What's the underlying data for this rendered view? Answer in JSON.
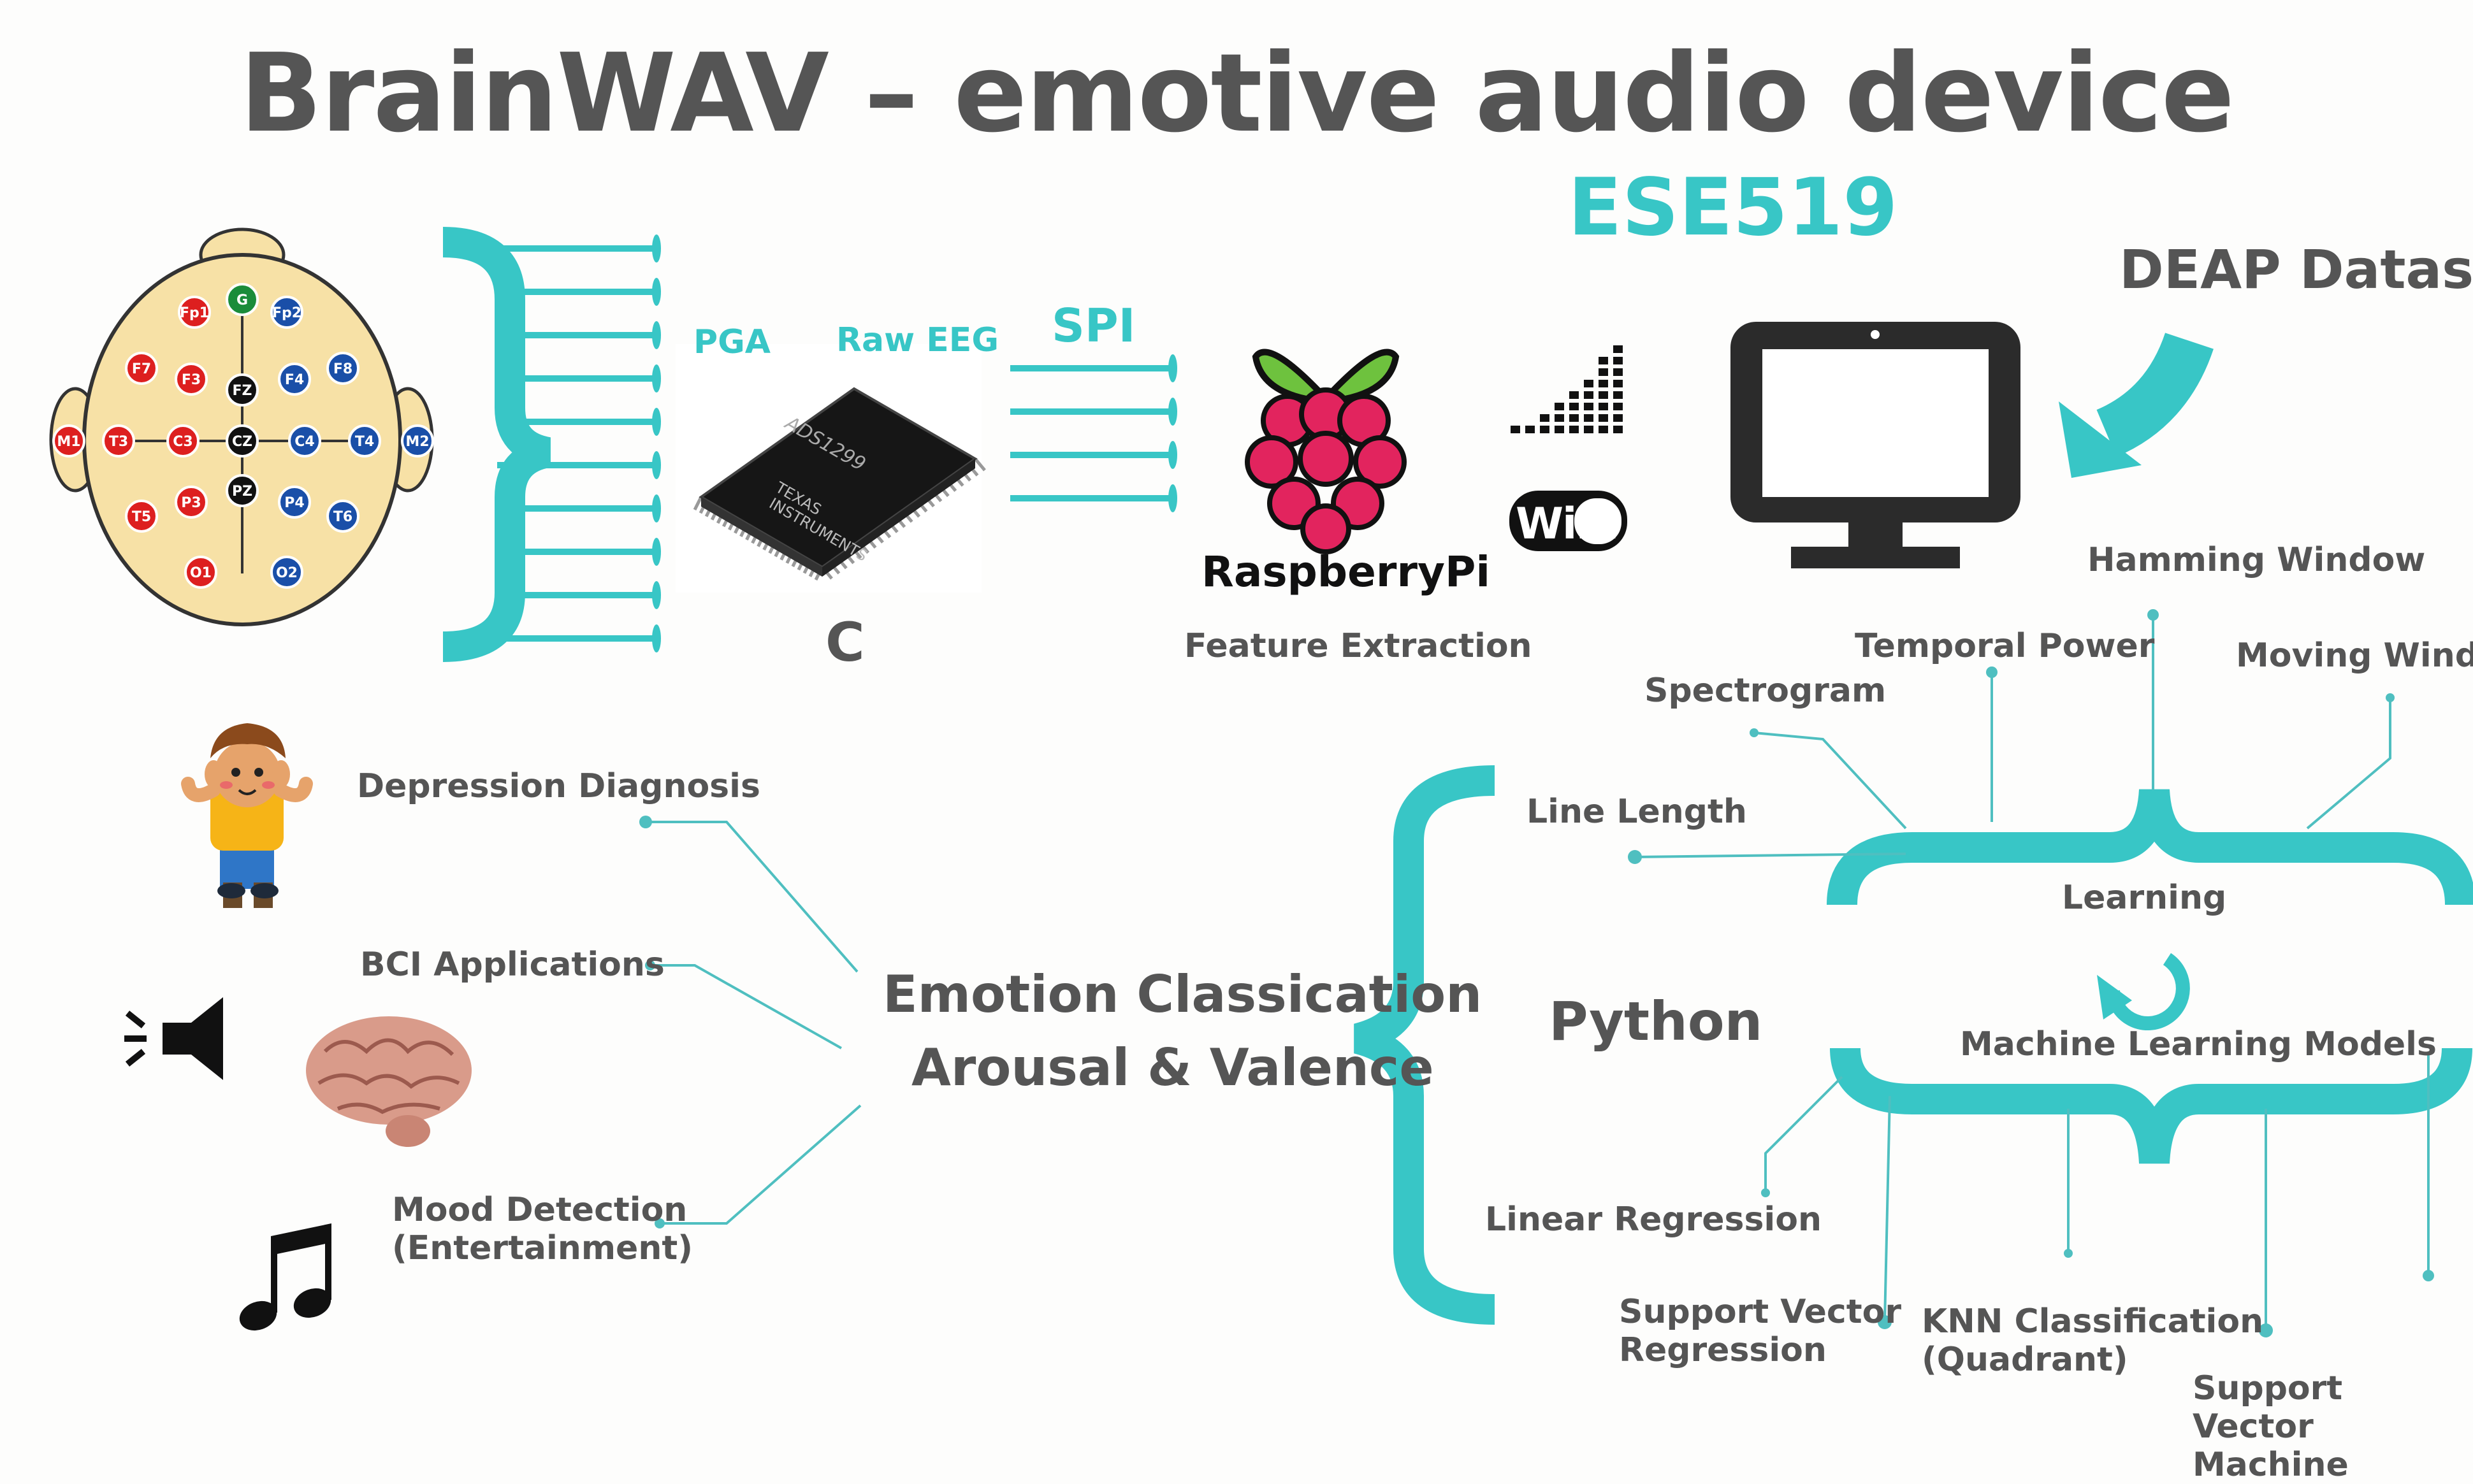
{
  "title": "BrainWAV – emotive audio device",
  "course": "ESE519",
  "dataset": "DEAP Dataset",
  "pipeline": {
    "pga": "PGA",
    "raw_eeg": "Raw EEG",
    "spi": "SPI",
    "c_label": "C",
    "chip_model": "ADS1299",
    "chip_brand_1": "TEXAS",
    "chip_brand_2": "INSTRUMENTS",
    "raspberry_label": "RaspberryPi",
    "feature_extraction": "Feature Extraction",
    "wifi": "WiFi"
  },
  "electrodes": [
    "Fp1",
    "G",
    "Fp2",
    "F7",
    "F3",
    "FZ",
    "F4",
    "F8",
    "M1",
    "T3",
    "C3",
    "CZ",
    "C4",
    "T4",
    "M2",
    "T5",
    "P3",
    "PZ",
    "P4",
    "T6",
    "O1",
    "O2"
  ],
  "features": {
    "hamming": "Hamming Window",
    "temporal": "Temporal Power",
    "moving": "Moving Window",
    "spectrogram": "Spectrogram",
    "line_length": "Line Length"
  },
  "learning": "Learning",
  "ml_models": "Machine Learning Models",
  "python": "Python",
  "models": {
    "linear": "Linear Regression",
    "svr": "Support Vector\nRegression",
    "knn": "KNN Classification\n(Quadrant)",
    "svm": "Support Vector\nMachine"
  },
  "emotion": {
    "line1": "Emotion Classication",
    "line2": "Arousal & Valence"
  },
  "applications": {
    "depression": "Depression Diagnosis",
    "bci": "BCI Applications",
    "mood": "Mood Detection\n(Entertainment)"
  },
  "colors": {
    "accent": "#38c6c6",
    "text": "#555555",
    "electrode_red": "#dd1f1f",
    "electrode_blue": "#1a4fa8",
    "electrode_green": "#1a8c3a",
    "electrode_black": "#111111",
    "head": "#f7e1a6",
    "raspberry": "#e2245e",
    "leaf": "#6ec23e"
  }
}
